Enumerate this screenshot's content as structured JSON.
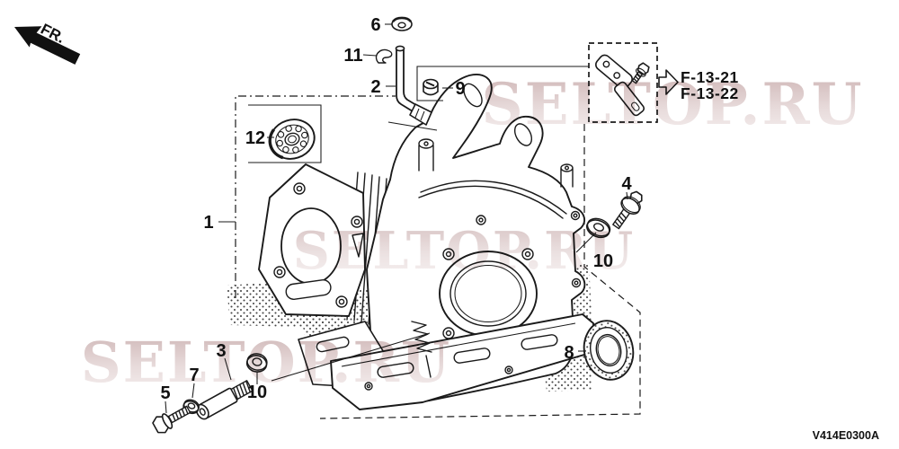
{
  "diagram": {
    "direction_label": "FR.",
    "part_code": "V414E0300A",
    "watermarks": {
      "text": "SELTOP.RU"
    },
    "references": {
      "items": [
        {
          "label": "F-13-21"
        },
        {
          "label": "F-13-22"
        }
      ]
    },
    "callouts": {
      "c1": "1",
      "c2": "2",
      "c3": "3",
      "c4": "4",
      "c5": "5",
      "c6": "6",
      "c7": "7",
      "c8": "8",
      "c9": "9",
      "c10a": "10",
      "c10b": "10",
      "c11": "11",
      "c12": "12"
    },
    "colors": {
      "line": "#1a1a1a",
      "watermark": "#e3d2d2",
      "background": "#ffffff"
    }
  }
}
